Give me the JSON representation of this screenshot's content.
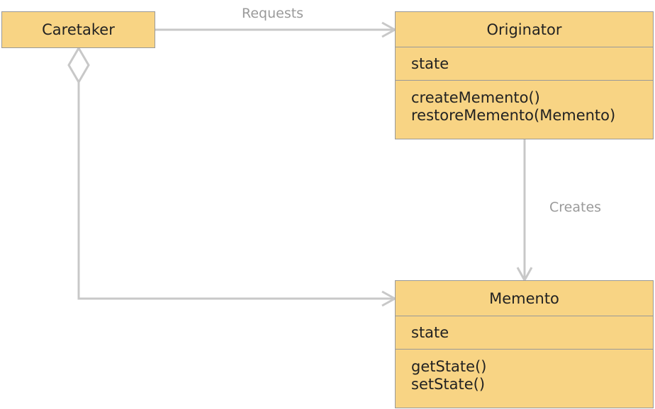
{
  "colors": {
    "box_fill": "#f8d484",
    "box_border": "#999999",
    "connector": "#c8c8c8",
    "label_text": "#9a9a9a",
    "box_text": "#222222"
  },
  "classes": {
    "caretaker": {
      "name": "Caretaker"
    },
    "originator": {
      "name": "Originator",
      "attributes": [
        "state"
      ],
      "operations": [
        "createMemento()",
        "restoreMemento(Memento)"
      ]
    },
    "memento": {
      "name": "Memento",
      "attributes": [
        "state"
      ],
      "operations": [
        "getState()",
        "setState()"
      ]
    }
  },
  "connectors": {
    "requests": {
      "label": "Requests",
      "type": "association-arrow"
    },
    "creates": {
      "label": "Creates",
      "type": "association-arrow"
    },
    "aggregation": {
      "label": "",
      "type": "aggregation-diamond-arrow"
    }
  }
}
